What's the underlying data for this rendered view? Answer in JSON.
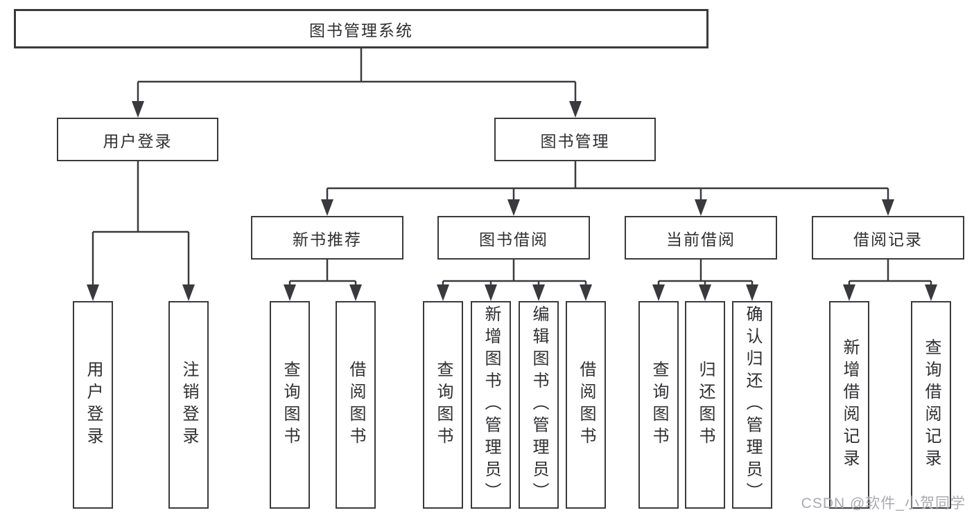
{
  "colors": {
    "background": "#ffffff",
    "line": "#3a3a3e",
    "box_border": "#3a3a3e",
    "text": "#2f2f33",
    "watermark": "#a9a9b0"
  },
  "root": {
    "label": "图书管理系统"
  },
  "branches": {
    "user_login": {
      "label": "用户登录",
      "children": {
        "login": {
          "label": "用户登录"
        },
        "logout": {
          "label": "注销登录"
        }
      }
    },
    "book_mgmt": {
      "label": "图书管理",
      "children": {
        "new_book_rec": {
          "label": "新书推荐",
          "children": {
            "query_book": {
              "label": "查询图书"
            },
            "borrow_book": {
              "label": "借阅图书"
            }
          }
        },
        "book_borrow": {
          "label": "图书借阅",
          "children": {
            "query_book": {
              "label": "查询图书"
            },
            "add_book": {
              "label": "新增图书（管理员）"
            },
            "edit_book": {
              "label": "编辑图书（管理员）"
            },
            "borrow_book": {
              "label": "借阅图书"
            }
          }
        },
        "current_borrow": {
          "label": "当前借阅",
          "children": {
            "query_book": {
              "label": "查询图书"
            },
            "return_book": {
              "label": "归还图书"
            },
            "confirm_return": {
              "label": "确认归还（管理员）"
            }
          }
        },
        "borrow_records": {
          "label": "借阅记录",
          "children": {
            "add_record": {
              "label": "新增借阅记录"
            },
            "query_record": {
              "label": "查询借阅记录"
            }
          }
        }
      }
    }
  },
  "watermark": {
    "text": "CSDN @软件_小贺同学"
  }
}
